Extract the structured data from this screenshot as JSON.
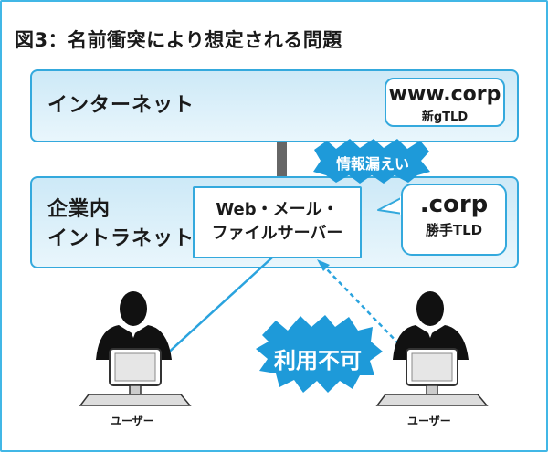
{
  "title": "図3：名前衝突により想定される問題",
  "internet": {
    "label": "インターネット",
    "tld_name": "www.corp",
    "tld_type": "新gTLD"
  },
  "intranet": {
    "label_line1": "企業内",
    "label_line2": "イントラネット",
    "server_line1": "Web・メール・",
    "server_line2": "ファイルサーバー",
    "tld_name": ".corp",
    "tld_type": "勝手TLD"
  },
  "callouts": {
    "leak": "情報漏えい",
    "unavailable": "利用不可"
  },
  "users": {
    "left_label": "ユーザー",
    "right_label": "ユーザー"
  },
  "colors": {
    "frame_border": "#41b7e6",
    "box_border": "#34a9dd",
    "box_fill": "#d9eff9",
    "burst_fill": "#1e9ad9",
    "line": "#2aa3de"
  }
}
